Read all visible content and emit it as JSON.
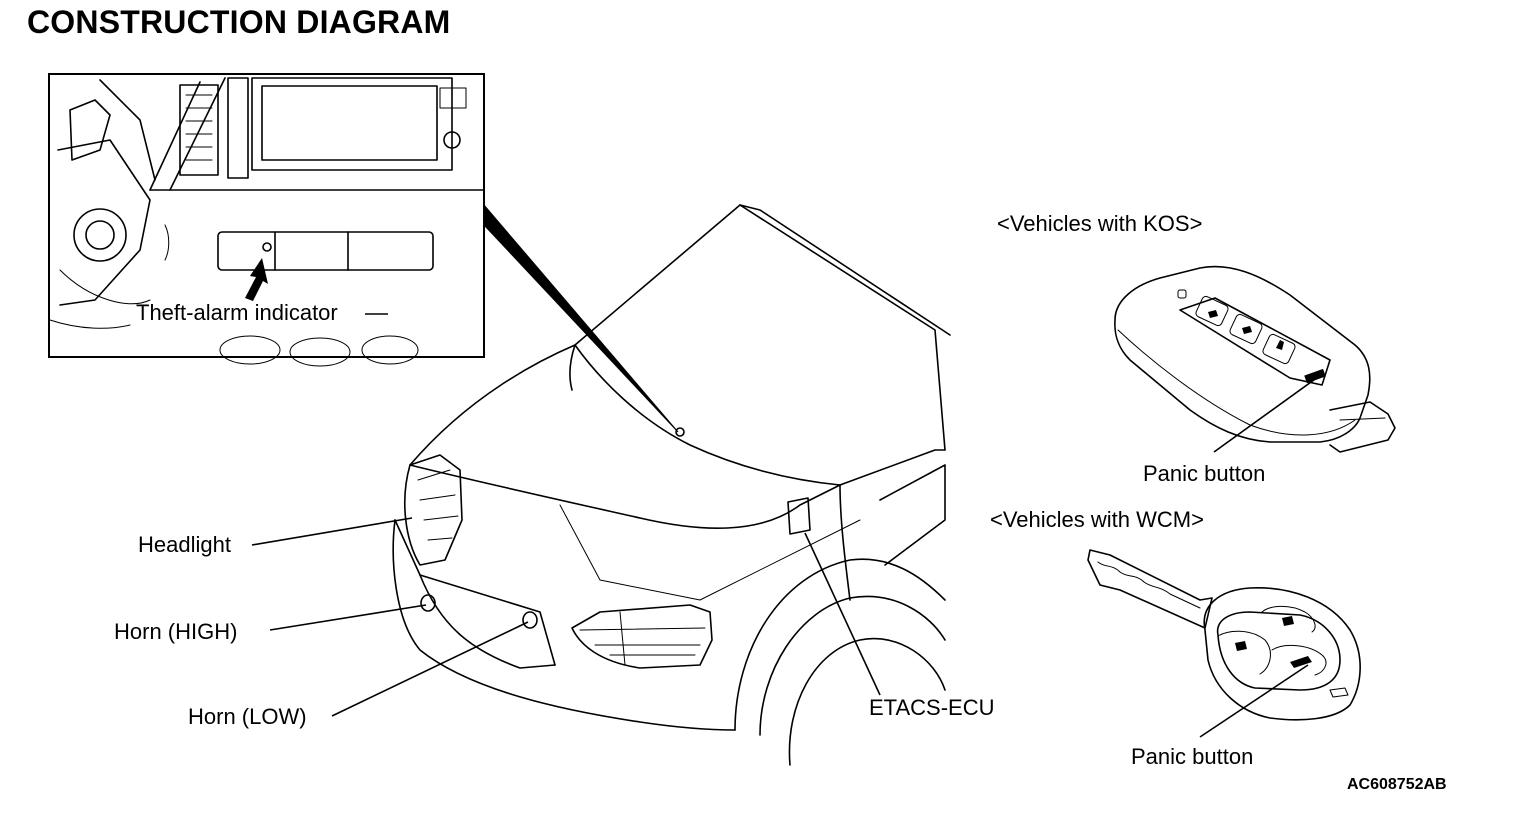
{
  "title": "CONSTRUCTION DIAGRAM",
  "labels": {
    "theft_alarm": "Theft-alarm indicator",
    "headlight": "Headlight",
    "horn_high": "Horn (HIGH)",
    "horn_low": "Horn (LOW)",
    "etacs": "ETACS-ECU",
    "kos_heading": "<Vehicles with KOS>",
    "kos_panic": "Panic button",
    "wcm_heading": "<Vehicles with WCM>",
    "wcm_panic": "Panic button"
  },
  "figure_code": "AC608752AB",
  "icons": [
    "theft-alarm-indicator-arrow-icon",
    "kos-key-fob-icon",
    "wcm-key-icon"
  ]
}
